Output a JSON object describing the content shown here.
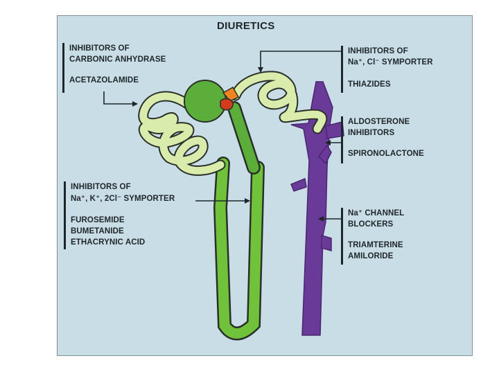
{
  "title": "DIURETICS",
  "colors": {
    "panel_background": "#c8dde5",
    "nephron_fill": "#d9ecab",
    "nephron_outline": "#2a2f2a",
    "glomerulus": "#5cae3a",
    "collecting_duct": "#6a3a99",
    "macula_densa_red": "#d43a1c",
    "macula_densa_orange": "#f0851f"
  },
  "labels": {
    "carbonic_anhydrase": {
      "heading_line1": "INHIBITORS OF",
      "heading_line2": "CARBONIC ANHYDRASE",
      "drug": "ACETAZOLAMIDE"
    },
    "nacl_symporter": {
      "heading_line1": "INHIBITORS OF",
      "heading_line2": "Na⁺, Cl⁻ SYMPORTER",
      "drug": "THIAZIDES"
    },
    "aldosterone": {
      "heading_line1": "ALDOSTERONE",
      "heading_line2": "INHIBITORS",
      "drug": "SPIRONOLACTONE"
    },
    "nkcc_symporter": {
      "heading_line1": "INHIBITORS OF",
      "heading_line2": "Na⁺, K⁺, 2Cl⁻ SYMPORTER",
      "drug1": "FUROSEMIDE",
      "drug2": "BUMETANIDE",
      "drug3": "ETHACRYNIC ACID"
    },
    "na_channel": {
      "heading_line1": "Na⁺ CHANNEL",
      "heading_line2": "BLOCKERS",
      "drug1": "TRIAMTERINE",
      "drug2": "AMILORIDE"
    }
  }
}
